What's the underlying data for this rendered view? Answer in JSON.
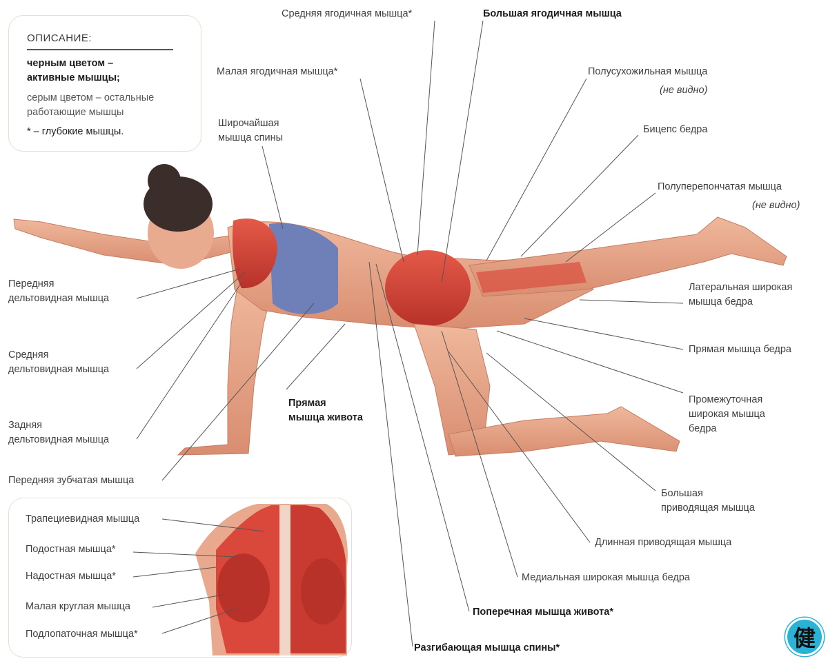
{
  "legend": {
    "title": "ОПИСАНИЕ:",
    "line1": "черным цветом –",
    "line2": "активные мышцы;",
    "line3": "серым цветом –  остальные",
    "line4": "работающие мышцы",
    "line5": "* – глубокие мышцы."
  },
  "labels": {
    "gluteus_medius": "Средняя ягодичная мышца*",
    "gluteus_maximus": "Большая ягодичная мышца",
    "gluteus_minimus": "Малая ягодичная мышца*",
    "semitendinosus": "Полусухожильная мышца",
    "semitendinosus_note": "(не видно)",
    "latissimus_1": "Широчайшая",
    "latissimus_2": "мышца спины",
    "biceps_femoris": "Бицепс бедра",
    "semimembranosus": "Полуперепончатая мышца",
    "semimembranosus_note": "(не видно)",
    "vastus_lateralis_1": "Латеральная широкая",
    "vastus_lateralis_2": "мышца бедра",
    "anterior_deltoid_1": "Передняя",
    "anterior_deltoid_2": "дельтовидная мышца",
    "rectus_femoris": "Прямая мышца бедра",
    "middle_deltoid_1": "Средняя",
    "middle_deltoid_2": "дельтовидная мышца",
    "vastus_intermedius_1": "Промежуточная",
    "vastus_intermedius_2": "широкая мышца",
    "vastus_intermedius_3": "бедра",
    "rectus_abdominis_1": "Прямая",
    "rectus_abdominis_2": "мышца живота",
    "posterior_deltoid_1": "Задняя",
    "posterior_deltoid_2": "дельтовидная мышца",
    "serratus": "Передняя зубчатая мышца",
    "adductor_magnus_1": "Большая",
    "adductor_magnus_2": "приводящая мышца",
    "adductor_longus": "Длинная приводящая мышца",
    "vastus_medialis": "Медиальная широкая мышца бедра",
    "transversus": "Поперечная мышца живота*",
    "erector": "Разгибающая мышца спины*"
  },
  "inset": {
    "trapezius": "Трапециевидная мышца",
    "infraspinatus": "Подостная мышца*",
    "supraspinatus": "Надостная мышца*",
    "teres_minor": "Малая круглая мышца",
    "subscapularis": "Подлопаточная мышца*"
  },
  "badge": {
    "glyph": "健"
  },
  "colors": {
    "muscle": "#d9483b",
    "skin": "#e8a98f",
    "top": "#6f7fb8",
    "hair": "#3b2e2a",
    "badge": "#2ab3d6"
  }
}
